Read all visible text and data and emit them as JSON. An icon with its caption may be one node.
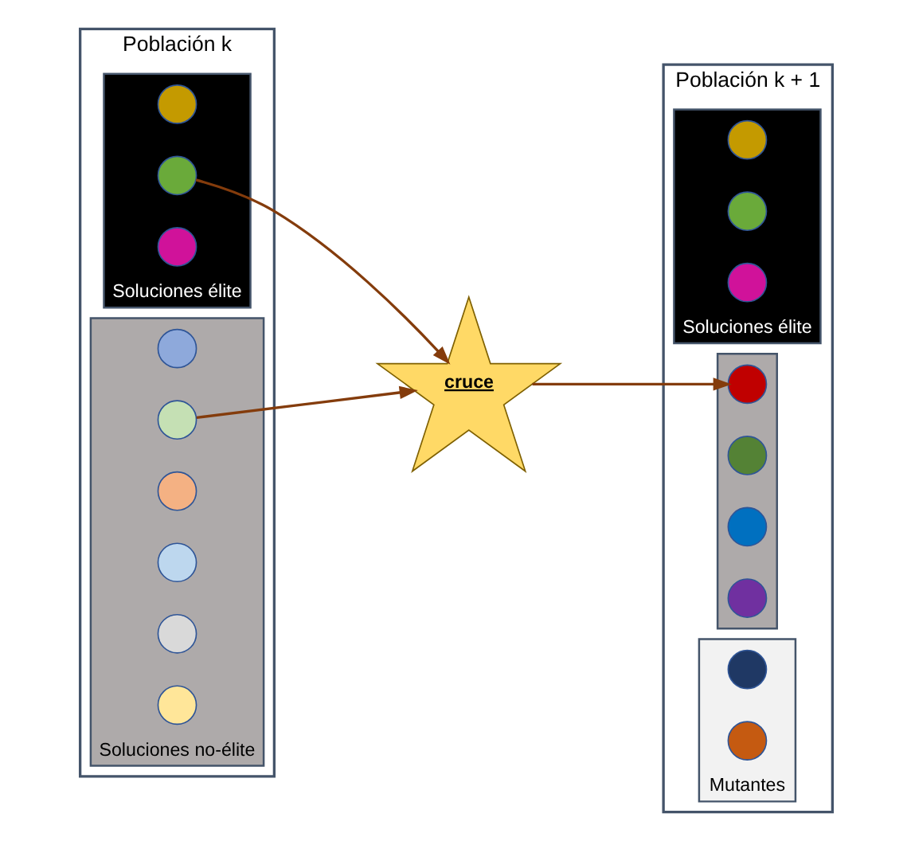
{
  "diagram": {
    "nodes": [
      {
        "text": [
          "Población k"
        ]
      },
      {
        "text": [
          "Soluciones élite"
        ],
        "in": 0
      },
      {
        "text": [],
        "shape": "circle",
        "in": 1
      },
      {
        "text": [],
        "shape": "circle",
        "in": 1
      },
      {
        "text": [],
        "shape": "circle",
        "in": 1
      },
      {
        "text": [
          "Soluciones no-élite"
        ],
        "in": 0
      },
      {
        "text": [],
        "shape": "circle",
        "in": 5
      },
      {
        "text": [],
        "shape": "circle",
        "in": 5
      },
      {
        "text": [],
        "shape": "circle",
        "in": 5
      },
      {
        "text": [],
        "shape": "circle",
        "in": 5
      },
      {
        "text": [],
        "shape": "circle",
        "in": 5
      },
      {
        "text": [],
        "shape": "circle",
        "in": 5
      },
      {
        "text": [
          "cruce"
        ]
      },
      {
        "text": [
          "Población k + 1"
        ]
      },
      {
        "text": [
          "Soluciones élite"
        ],
        "in": 13
      },
      {
        "text": [],
        "shape": "circle",
        "in": 14
      },
      {
        "text": [],
        "shape": "circle",
        "in": 14
      },
      {
        "text": [],
        "shape": "circle",
        "in": 14
      },
      {
        "text": [],
        "shape": "box",
        "in": 13
      },
      {
        "text": [],
        "shape": "circle",
        "in": 18
      },
      {
        "text": [],
        "shape": "circle",
        "in": 18
      },
      {
        "text": [],
        "shape": "circle",
        "in": 18
      },
      {
        "text": [],
        "shape": "circle",
        "in": 18
      },
      {
        "text": [
          "Mutantes"
        ],
        "in": 13
      },
      {
        "text": [],
        "shape": "circle",
        "in": 23
      },
      {
        "text": [],
        "shape": "circle",
        "in": 23
      }
    ],
    "edges": [
      {
        "from": 3,
        "to": 12,
        "arrow": "to"
      },
      {
        "from": 7,
        "to": 12,
        "arrow": "to"
      },
      {
        "from": 12,
        "to": 19,
        "arrow": "to"
      }
    ]
  }
}
